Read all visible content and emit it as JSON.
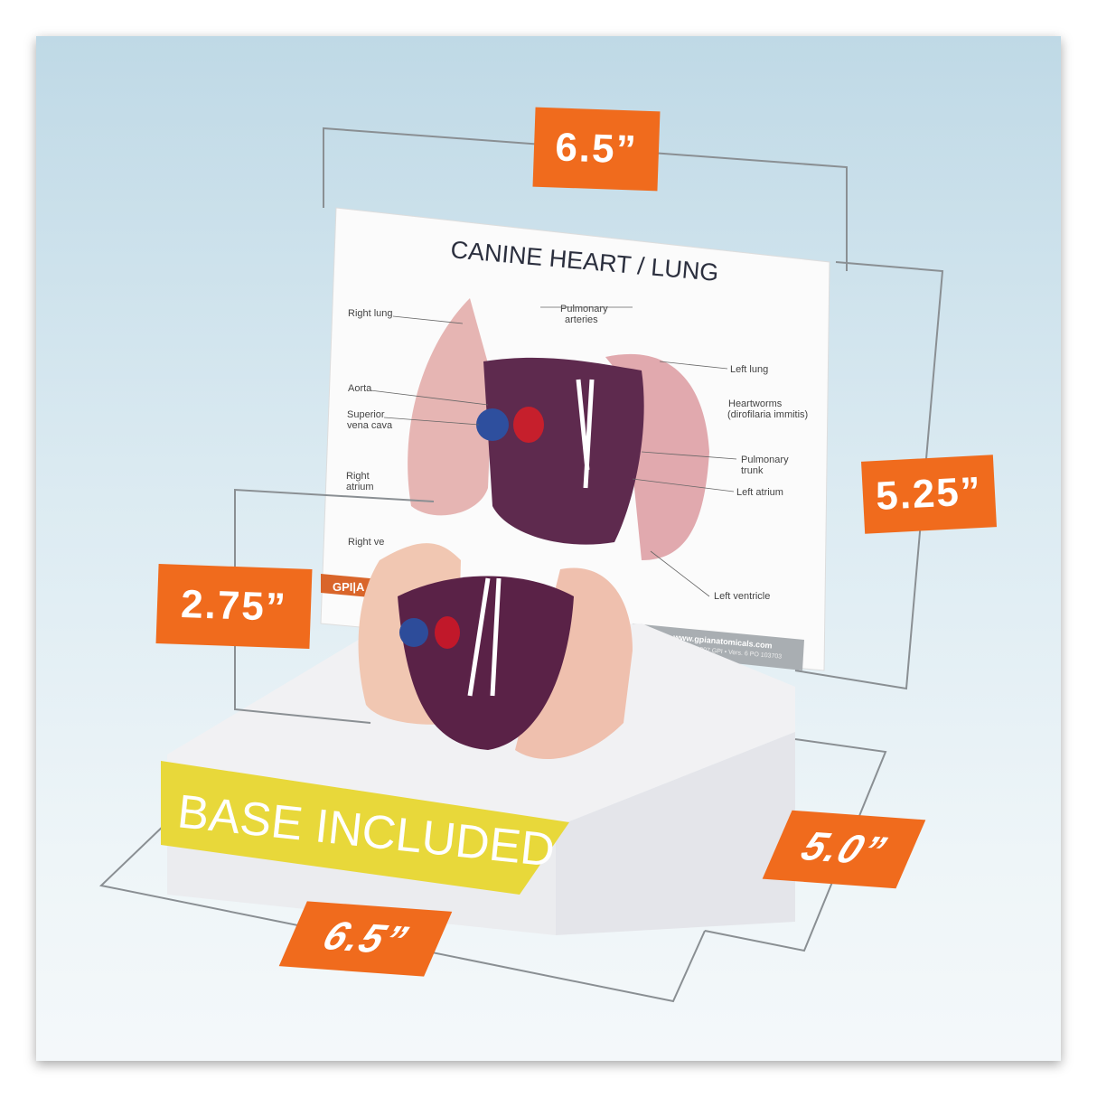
{
  "card": {
    "title": "CANINE HEART / LUNG",
    "labels": {
      "right_lung": "Right lung",
      "pulmonary_arteries_1": "Pulmonary",
      "pulmonary_arteries_2": "arteries",
      "left_lung": "Left lung",
      "aorta": "Aorta",
      "heartworms_1": "Heartworms",
      "heartworms_2": "(dirofilaria immitis)",
      "svc_1": "Superior",
      "svc_2": "vena cava",
      "pulmonary_trunk_1": "Pulmonary",
      "pulmonary_trunk_2": "trunk",
      "right_atrium_1": "Right",
      "right_atrium_2": "atrium",
      "left_atrium": "Left atrium",
      "right_ventricle_partial": "Right ve",
      "left_ventricle": "Left ventricle"
    },
    "brand": "GPI|A",
    "website": "www.gpianatomicals.com",
    "copyright": "©2007 GPI • Vers. 6 PO 103703"
  },
  "dimensions": {
    "card_width": "6.5”",
    "card_height": "5.25”",
    "model_height": "2.75”",
    "base_width": "6.5”",
    "base_depth": "5.0”"
  },
  "banner": {
    "text": "BASE INCLUDED",
    "color": "#e8d83a"
  },
  "colors": {
    "accent": "#f06b1d"
  }
}
